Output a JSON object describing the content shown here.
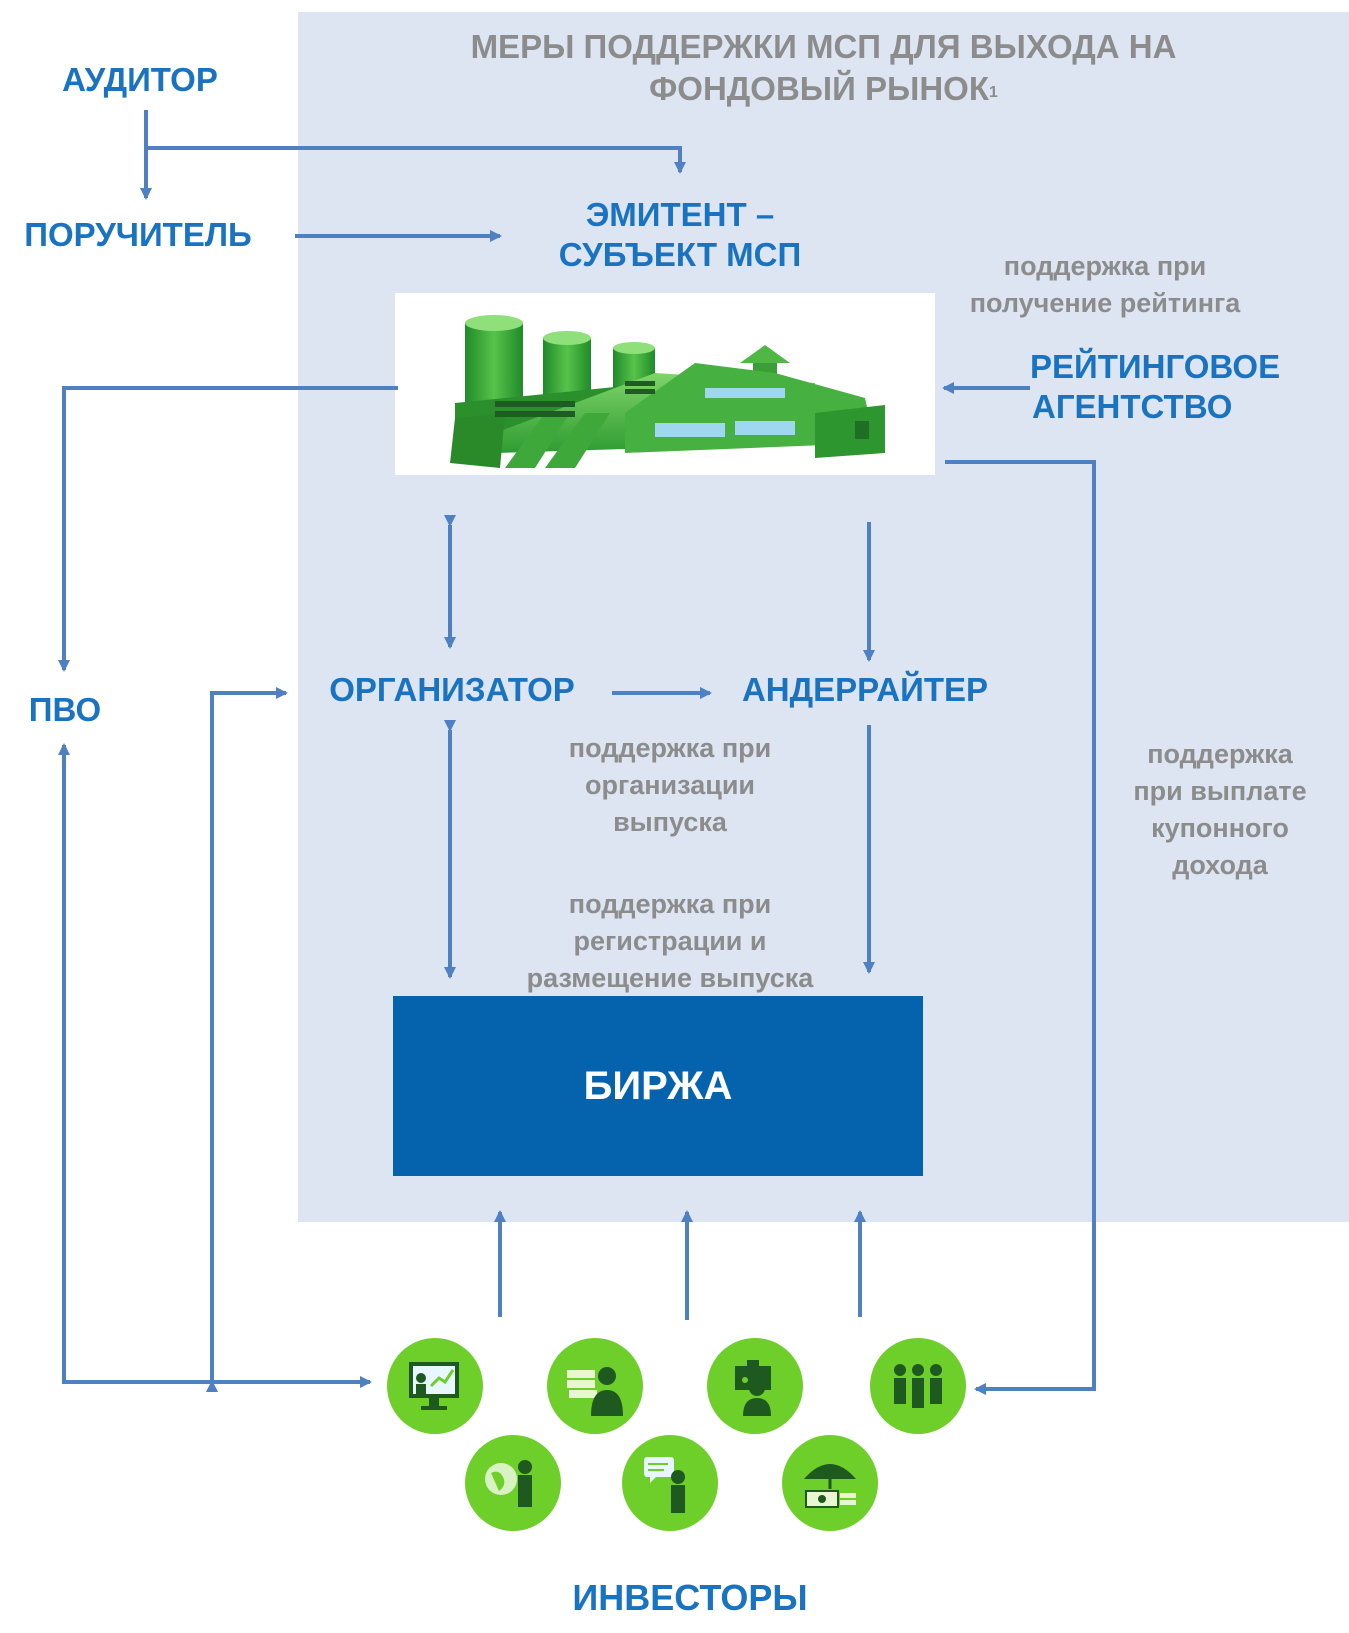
{
  "title": {
    "line1": "МЕРЫ ПОДДЕРЖКИ МСП ДЛЯ ВЫХОДА НА",
    "line2": "ФОНДОВЫЙ РЫНОК",
    "footnote": "1"
  },
  "actors": {
    "auditor": "АУДИТОР",
    "guarantor": "ПОРУЧИТЕЛЬ",
    "issuer_line1": "ЭМИТЕНТ –",
    "issuer_line2": "СУБЪЕКТ МСП",
    "rating_line1": "РЕЙТИНГОВОЕ",
    "rating_line2": "АГЕНТСТВО",
    "pvo": "ПВО",
    "organizer": "ОРГАНИЗАТОР",
    "underwriter": "АНДЕРРАЙТЕР",
    "exchange": "БИРЖА",
    "investors": "ИНВЕСТОРЫ"
  },
  "notes": {
    "rating": [
      "поддержка при",
      "получение рейтинга"
    ],
    "organization": [
      "поддержка при",
      "организации",
      "выпуска"
    ],
    "registration": [
      "поддержка при",
      "регистрации и",
      "размещение выпуска"
    ],
    "coupon": [
      "поддержка",
      "при выплате",
      "купонного",
      "дохода"
    ]
  },
  "colors": {
    "actor_text": "#1a73c1",
    "note_text": "#8c8c8c",
    "panel": "#dce5f1",
    "arrow": "#4f81c2",
    "exchange_fill": "#0562ad",
    "investor_green": "#6fcf2a",
    "factory_green": "#3cae3a"
  },
  "investor_icons": [
    "presentation-chart-icon",
    "money-stack-person-icon",
    "briefcase-person-icon",
    "group-people-icon",
    "globe-person-icon",
    "speech-bubble-person-icon",
    "umbrella-money-icon"
  ]
}
